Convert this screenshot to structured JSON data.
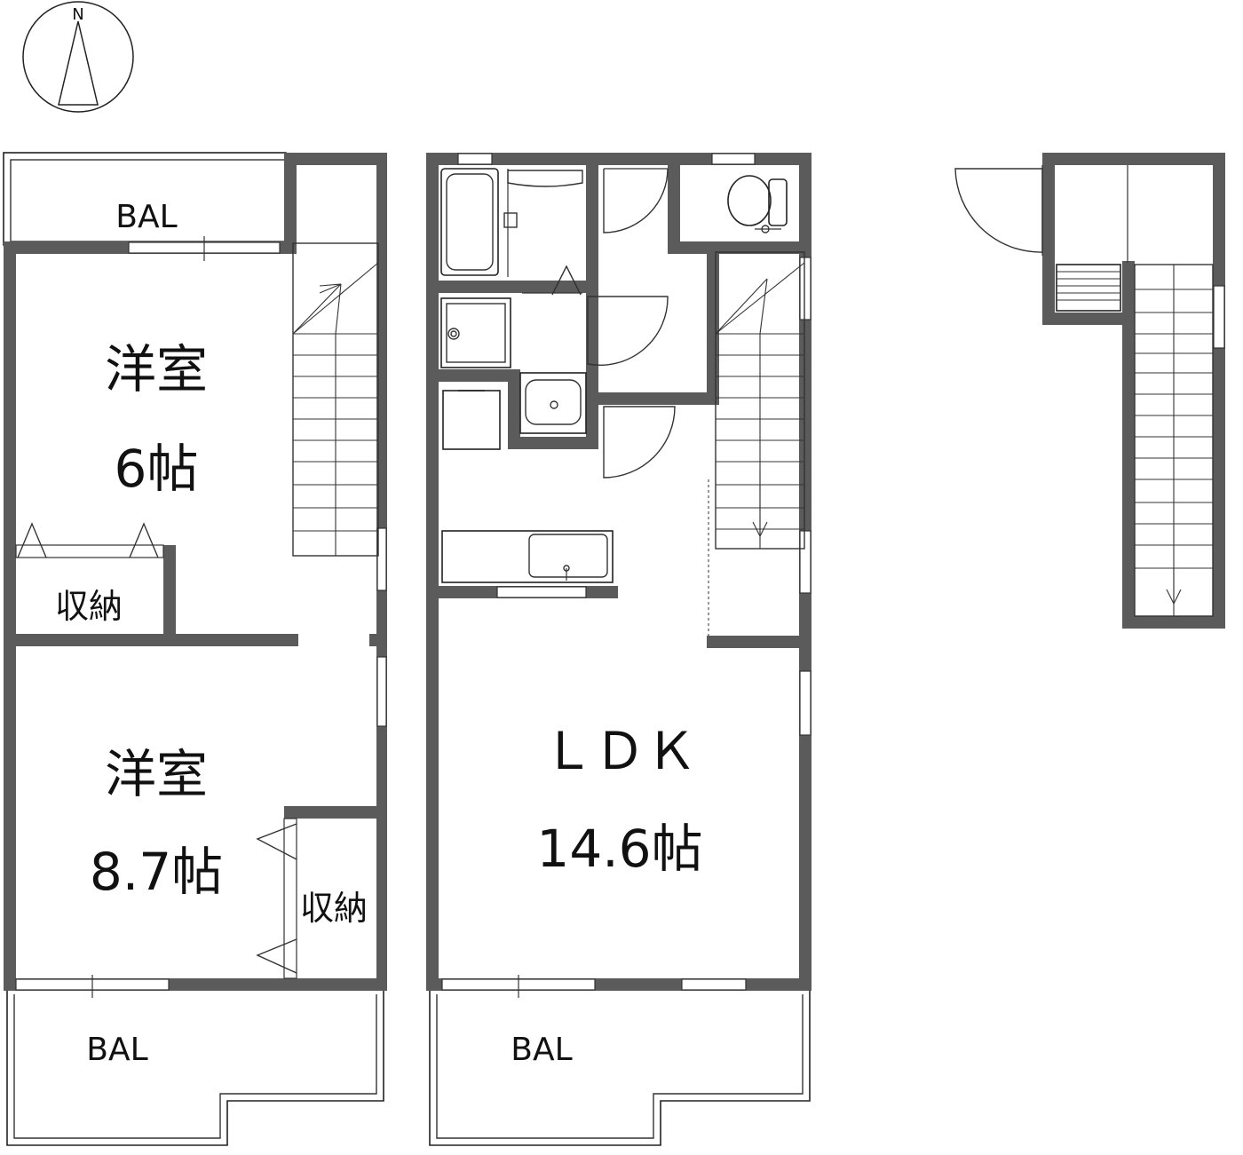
{
  "compass": {
    "north_label": "N"
  },
  "floor_left": {
    "balcony_top": "BAL",
    "room_top": {
      "name": "洋室",
      "size": "6帖"
    },
    "closet_top": "収納",
    "room_bottom": {
      "name": "洋室",
      "size": "8.7帖"
    },
    "closet_bottom": "収納",
    "balcony_bottom": "BAL"
  },
  "floor_middle": {
    "ldk": {
      "name": "ＬＤＫ",
      "size": "14.6帖"
    },
    "balcony": "BAL"
  },
  "colors": {
    "wall": "#5b5b5b",
    "line": "#222222",
    "background": "#ffffff"
  }
}
